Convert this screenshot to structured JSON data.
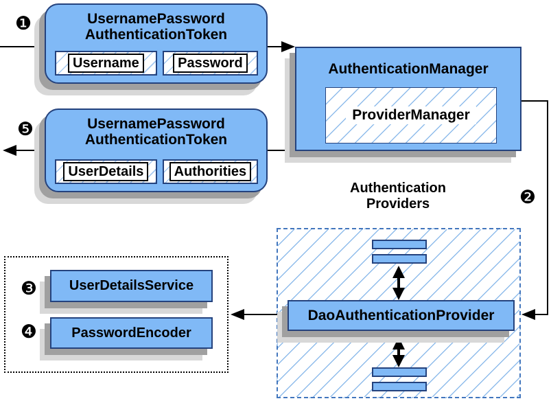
{
  "palette": {
    "box_fill": "#80b9f6",
    "box_border": "#24427d",
    "hatch_line": "#8fbceb",
    "dashed_border": "#4276bd",
    "shadow_dark": "#a0a0a0",
    "shadow_light": "#d8d8d8",
    "arrow": "#000000"
  },
  "badges": {
    "step1": "❶",
    "step2": "❷",
    "step3": "❸",
    "step4": "❹",
    "step5": "❺"
  },
  "request_token": {
    "title_line1": "UsernamePassword",
    "title_line2": "AuthenticationToken",
    "fields": [
      "Username",
      "Password"
    ]
  },
  "auth_manager": {
    "title": "AuthenticationManager",
    "inner_label": "ProviderManager"
  },
  "result_token": {
    "title_line1": "UsernamePassword",
    "title_line2": "AuthenticationToken",
    "fields": [
      "UserDetails",
      "Authorities"
    ]
  },
  "providers": {
    "heading_line1": "Authentication",
    "heading_line2": "Providers",
    "provider_label": "DaoAuthenticationProvider"
  },
  "services": {
    "items": [
      "UserDetailsService",
      "PasswordEncoder"
    ]
  }
}
